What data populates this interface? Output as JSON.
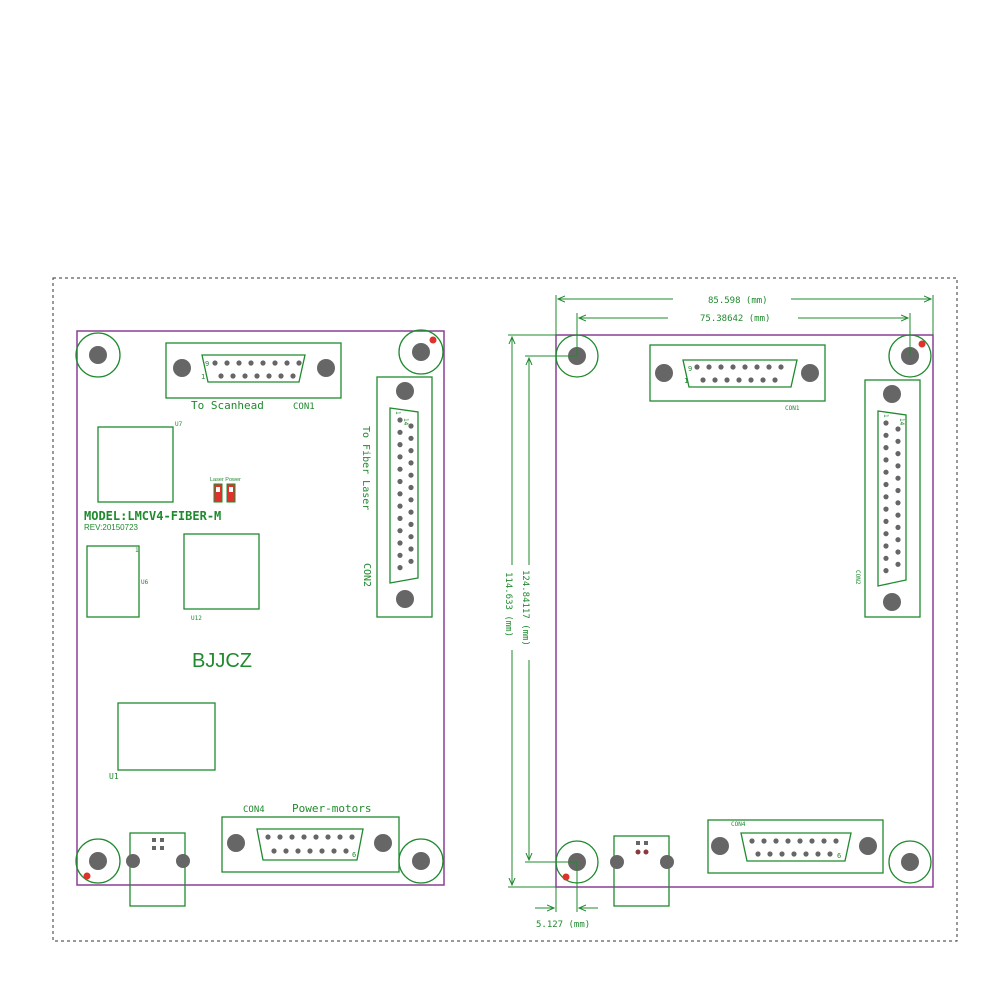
{
  "colors": {
    "outline": "#8a3f96",
    "silk": "#1f8a2e",
    "pad": "#666666",
    "marker": "#e0322c",
    "dim": "#1f8a2e"
  },
  "left_board": {
    "con1_label": "CON1",
    "con1_caption": "To Scanhead",
    "con1_pin_9": "9",
    "con1_pin_1": "1",
    "con2_label": "CON2",
    "con2_caption": "To Fiber Laser",
    "con2_pin_14": "14",
    "con2_pin_1": "1",
    "u7_label": "U7",
    "led_caption": "Laser Power",
    "model_text": "MODEL:LMCV4-FIBER-M",
    "rev_text": "REV:20150723",
    "u6_label": "U6",
    "u6_mark": "1",
    "u12_label": "U12",
    "brand": "BJJCZ",
    "u1_label": "U1",
    "con4_label": "CON4",
    "con4_caption": "Power-motors",
    "con4_pin_6": "6"
  },
  "right_board": {
    "con1_label": "CON1",
    "con1_pin_9": "9",
    "con1_pin_1": "1",
    "con2_label": "CON2",
    "con2_pin_14": "14",
    "con2_pin_1": "1",
    "con4_label": "CON4",
    "con4_pin_6": "6"
  },
  "dimensions": {
    "overall_width": "85.598 (mm)",
    "hole_width": "75.38642 (mm)",
    "overall_height": "124.84117 (mm)",
    "hole_height": "114.633 (mm)",
    "hole_offset": "5.127 (mm)"
  }
}
